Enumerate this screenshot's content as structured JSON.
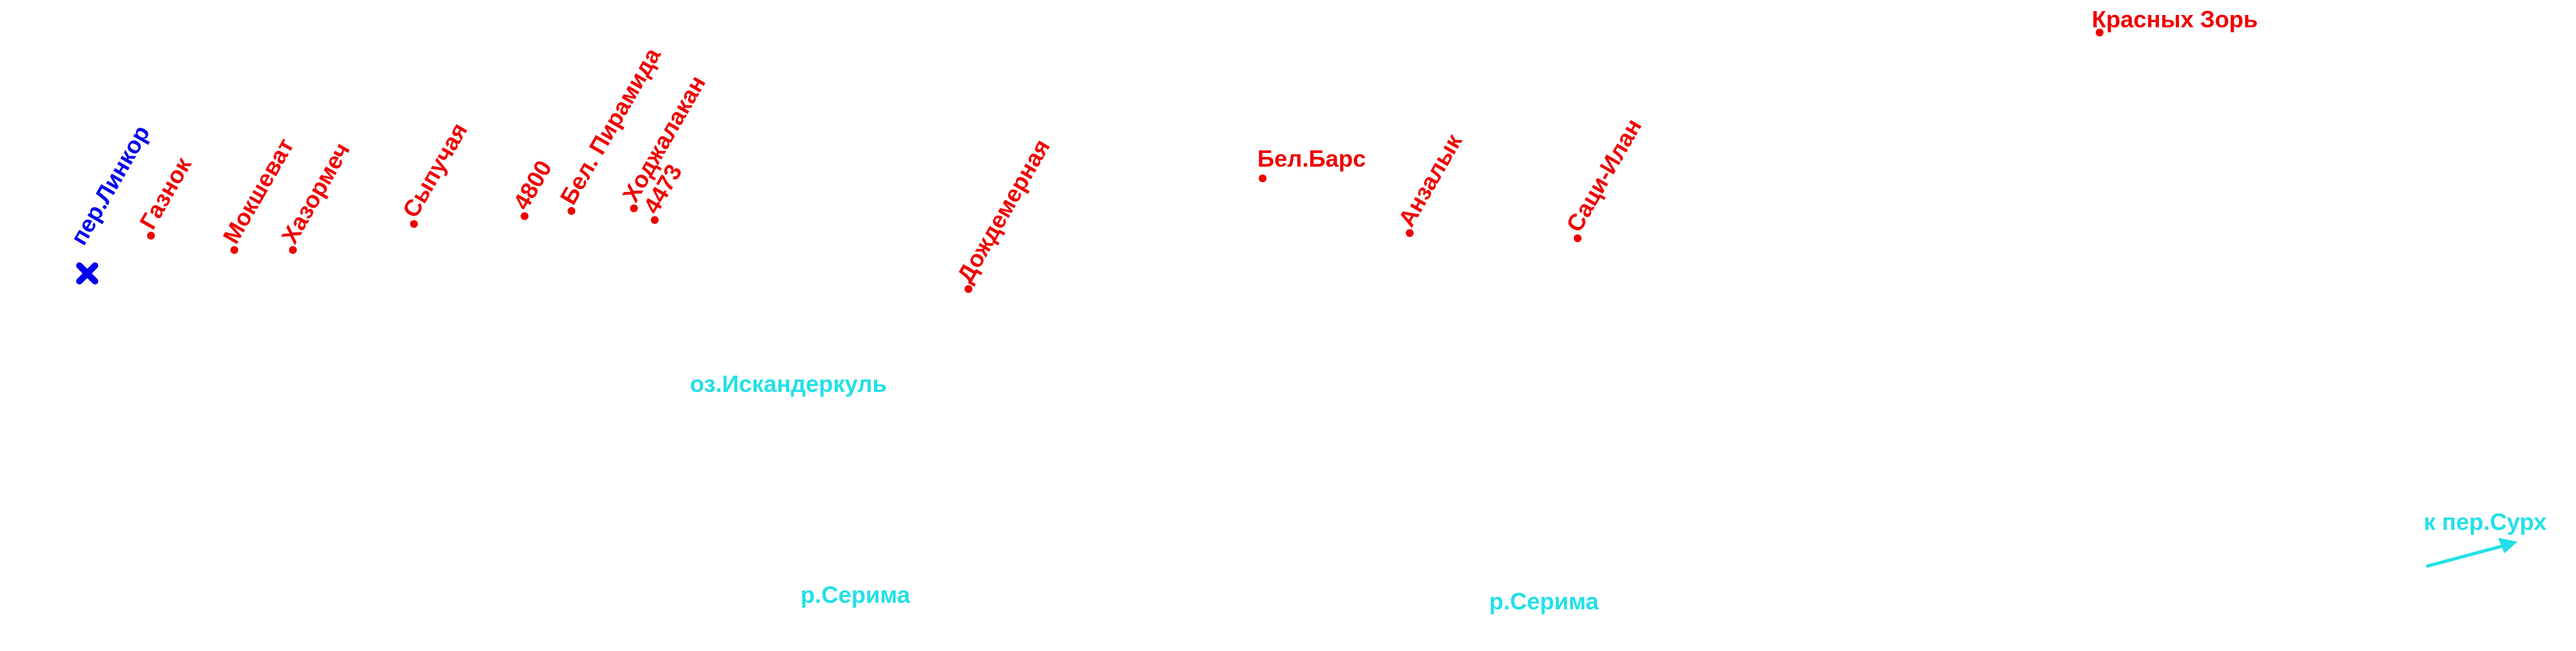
{
  "colors": {
    "peak": "#ee0000",
    "pass": "#0000ee",
    "water": "#22e0e8"
  },
  "peaks": [
    {
      "id": "gaznok",
      "name": "Газнок"
    },
    {
      "id": "mokshevat",
      "name": "Мокшеват"
    },
    {
      "id": "khazormech",
      "name": "Хазормеч"
    },
    {
      "id": "sypuchaya",
      "name": "Сыпучая"
    },
    {
      "id": "h4800",
      "name": "4800"
    },
    {
      "id": "bel-piramida",
      "name": "Бел. Пирамида"
    },
    {
      "id": "khodzhalakan",
      "name": "Ходжалакан"
    },
    {
      "id": "h4473",
      "name": "4473"
    },
    {
      "id": "dozhdemernaya",
      "name": "Дождемерная"
    },
    {
      "id": "bel-bars",
      "name": "Бел.Барс"
    },
    {
      "id": "anzalyk",
      "name": "Анзалык"
    },
    {
      "id": "satsi-ilan",
      "name": "Саци-Илан"
    },
    {
      "id": "krasnykh-zor",
      "name": "Красных Зорь"
    }
  ],
  "pass": {
    "name": "пер.Линкор",
    "icon": "pass-cross-icon"
  },
  "water": {
    "lake": "оз.Искандеркуль",
    "river_1": "р.Серима",
    "river_2": "р.Серима",
    "direction": {
      "label": "к пер.Сурх",
      "icon": "direction-arrow-icon"
    }
  }
}
